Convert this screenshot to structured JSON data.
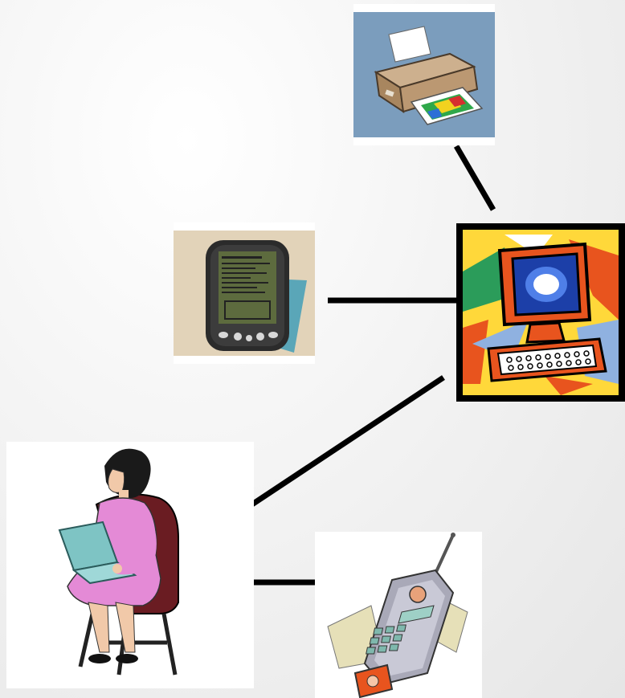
{
  "diagram": {
    "nodes": [
      {
        "id": "printer",
        "icon": "printer-icon",
        "background": "#7b9dbd"
      },
      {
        "id": "pda",
        "icon": "pda-icon",
        "background": "#e2d3b9"
      },
      {
        "id": "computer",
        "icon": "computer-icon",
        "background": "#ffd83a"
      },
      {
        "id": "user",
        "icon": "user-with-laptop-icon",
        "background": "#ffffff"
      },
      {
        "id": "phone",
        "icon": "mobile-phone-icon",
        "background": "#ffffff"
      }
    ],
    "connections": [
      {
        "from": "printer",
        "to": "computer"
      },
      {
        "from": "pda",
        "to": "computer"
      },
      {
        "from": "user",
        "to": "computer"
      },
      {
        "from": "user",
        "to": "phone"
      }
    ],
    "connector_color": "#000000"
  }
}
